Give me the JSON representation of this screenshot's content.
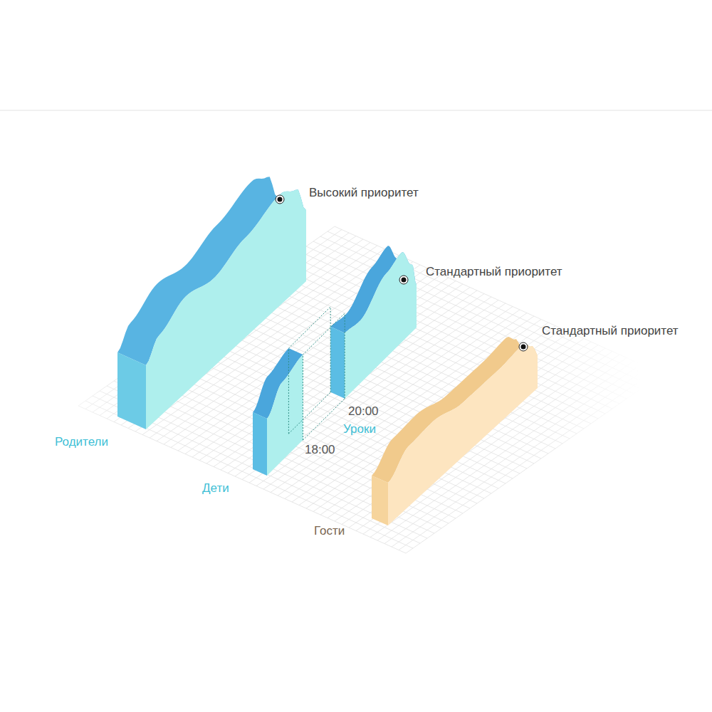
{
  "diagram": {
    "labels": [
      "Высокий приоритет",
      "Стандартный приоритет",
      "Стандартный приоритет",
      "Родители",
      "Дети",
      "Гости",
      "18:00",
      "20:00",
      "Уроки"
    ]
  }
}
